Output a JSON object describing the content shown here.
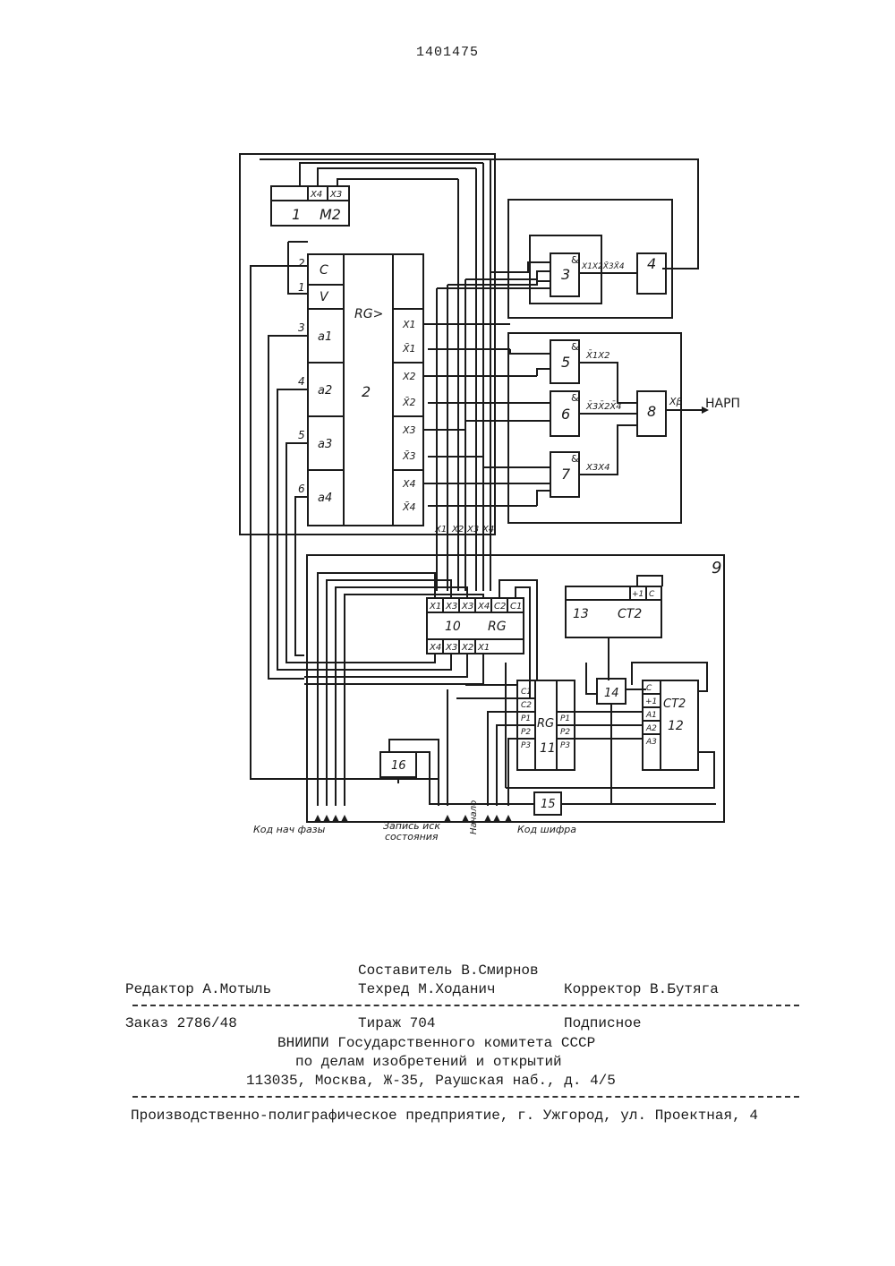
{
  "page_number": "1401475",
  "schematic": {
    "blocks": {
      "b1": "1",
      "b1_type": "M2",
      "b1_inputs": [
        "X4",
        "X3"
      ],
      "b2": "2",
      "b2_type": "RG>",
      "b2_left_ports": [
        "C",
        "V",
        "a1",
        "a2",
        "a3",
        "a4"
      ],
      "b2_right_ports": [
        "X1",
        "X̄1",
        "X2",
        "X̄2",
        "X3",
        "X̄3",
        "X4",
        "X̄4"
      ],
      "b2_pin_numbers": [
        "2",
        "1",
        "3",
        "4",
        "5",
        "6"
      ],
      "b3": "3",
      "b4": "4",
      "b5": "5",
      "b6": "6",
      "b7": "7",
      "b8": "8",
      "and_sign": "&",
      "term_b3": "X1X2X̄3X̄4",
      "term_b5": "X̄1X2",
      "term_b6": "X̄3X̄2X̄4",
      "term_b7": "X3X4",
      "out_b8": "Xβ",
      "out_label": "НАРП",
      "bus_labels": [
        "X1",
        "X2",
        "X3",
        "X4"
      ],
      "group9": "9",
      "b10": "10",
      "b10_type": "RG",
      "b10_top": [
        "X1",
        "X3",
        "X3",
        "X4",
        "C2",
        "C1"
      ],
      "b10_bottom": [
        "X4",
        "X3",
        "X2",
        "X1"
      ],
      "b11": "11",
      "b11_type": "RG",
      "b11_left": [
        "C1",
        "C2",
        "P1",
        "P2",
        "P3"
      ],
      "b11_right": [
        "P1",
        "P2",
        "P3"
      ],
      "b12": "12",
      "b12_type": "CT2",
      "b12_left": [
        "C",
        "+1",
        "A1",
        "A2",
        "A3"
      ],
      "b13": "13",
      "b13_type": "CT2",
      "b13_inputs": [
        "+1",
        "C"
      ],
      "b14": "14",
      "b15": "15",
      "b16": "16",
      "in_code_phase": "Код нач фазы",
      "in_write_1": "Запись иск",
      "in_write_2": "состояния",
      "in_start": "Начало",
      "in_code_digit": "Код шифра"
    }
  },
  "imprint": {
    "compiler": "Составитель В.Смирнов",
    "editor": "Редактор А.Мотыль",
    "techred": "Техред М.Ходанич",
    "corrector": "Корректор В.Бутяга",
    "order": "Заказ 2786/48",
    "circulation": "Тираж 704",
    "subscription": "Подписное",
    "org_line1": "ВНИИПИ Государственного комитета СССР",
    "org_line2": "по делам изобретений и открытий",
    "address": "113035, Москва, Ж-35, Раушская наб., д. 4/5",
    "printer": "Производственно-полиграфическое предприятие, г. Ужгород, ул. Проектная, 4"
  }
}
